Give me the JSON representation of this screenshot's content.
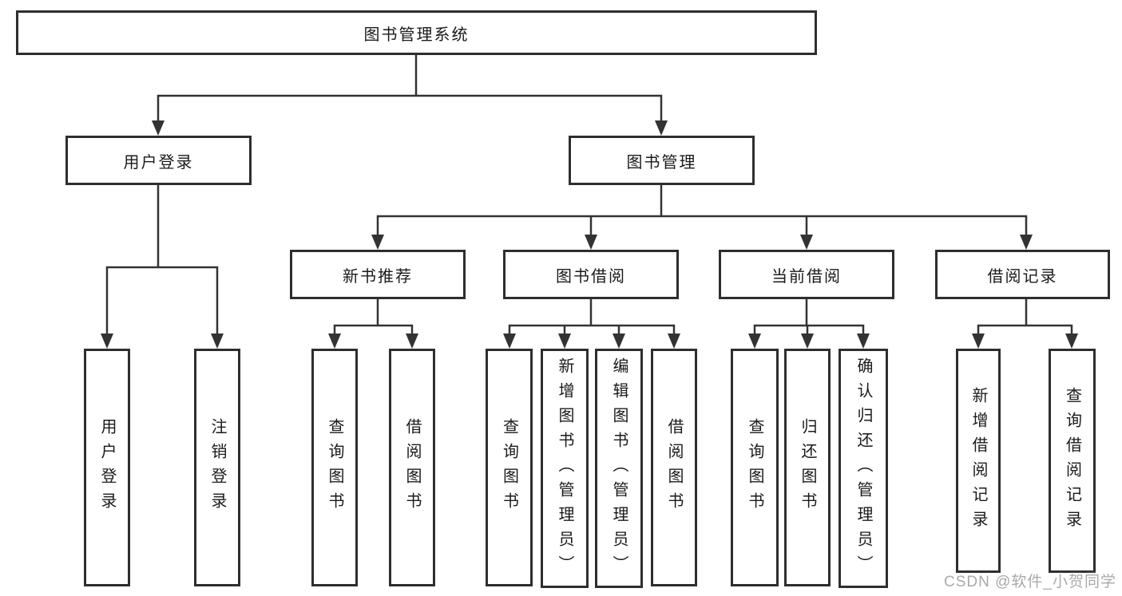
{
  "diagram": {
    "type": "hierarchy-tree",
    "colors": {
      "line": "#333333",
      "box_border": "#2e2e2e",
      "box_fill": "#ffffff",
      "text": "#1a1a1a",
      "watermark": "#a9a9a9",
      "background": "#ffffff"
    },
    "tree": {
      "label": "图书管理系统",
      "children": [
        {
          "label": "用户登录",
          "children": [
            {
              "label": "用户登录"
            },
            {
              "label": "注销登录"
            }
          ]
        },
        {
          "label": "图书管理",
          "children": [
            {
              "label": "新书推荐",
              "children": [
                {
                  "label": "查询图书"
                },
                {
                  "label": "借阅图书"
                }
              ]
            },
            {
              "label": "图书借阅",
              "children": [
                {
                  "label": "查询图书"
                },
                {
                  "label": "新增图书（管理员）"
                },
                {
                  "label": "编辑图书（管理员）"
                },
                {
                  "label": "借阅图书"
                }
              ]
            },
            {
              "label": "当前借阅",
              "children": [
                {
                  "label": "查询图书"
                },
                {
                  "label": "归还图书"
                },
                {
                  "label": "确认归还（管理员）"
                }
              ]
            },
            {
              "label": "借阅记录",
              "children": [
                {
                  "label": "新增借阅记录"
                },
                {
                  "label": "查询借阅记录"
                }
              ]
            }
          ]
        }
      ]
    },
    "watermark": "CSDN @软件_小贺同学"
  }
}
